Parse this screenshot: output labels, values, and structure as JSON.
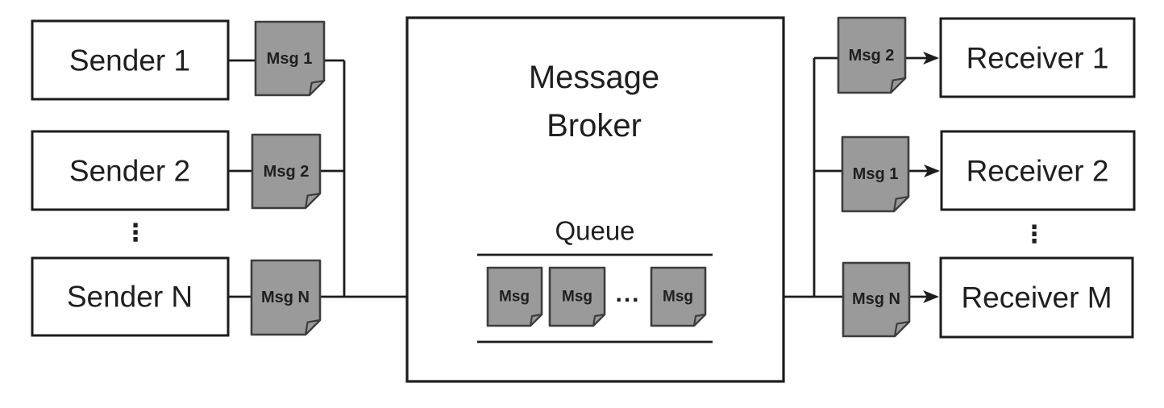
{
  "colors": {
    "background": "#ffffff",
    "box_fill": "#ffffff",
    "box_stroke": "#1c1c1c",
    "doc_fill": "#9a9a9a",
    "doc_stroke": "#3d3d3d",
    "line": "#1c1c1c",
    "text": "#1f1f1f"
  },
  "senders": {
    "items": [
      {
        "label": "Sender 1",
        "msg": "Msg 1"
      },
      {
        "label": "Sender 2",
        "msg": "Msg 2"
      },
      {
        "label": "Sender N",
        "msg": "Msg N"
      }
    ],
    "ellipsis": "⋮"
  },
  "broker": {
    "title_line1": "Message",
    "title_line2": "Broker",
    "queue": {
      "label": "Queue",
      "msgs": [
        "Msg",
        "Msg",
        "Msg"
      ],
      "ellipsis": "..."
    }
  },
  "receivers": {
    "items": [
      {
        "msg": "Msg 2",
        "label": "Receiver 1"
      },
      {
        "msg": "Msg 1",
        "label": "Receiver 2"
      },
      {
        "msg": "Msg N",
        "label": "Receiver M"
      }
    ],
    "ellipsis": "⋮"
  }
}
